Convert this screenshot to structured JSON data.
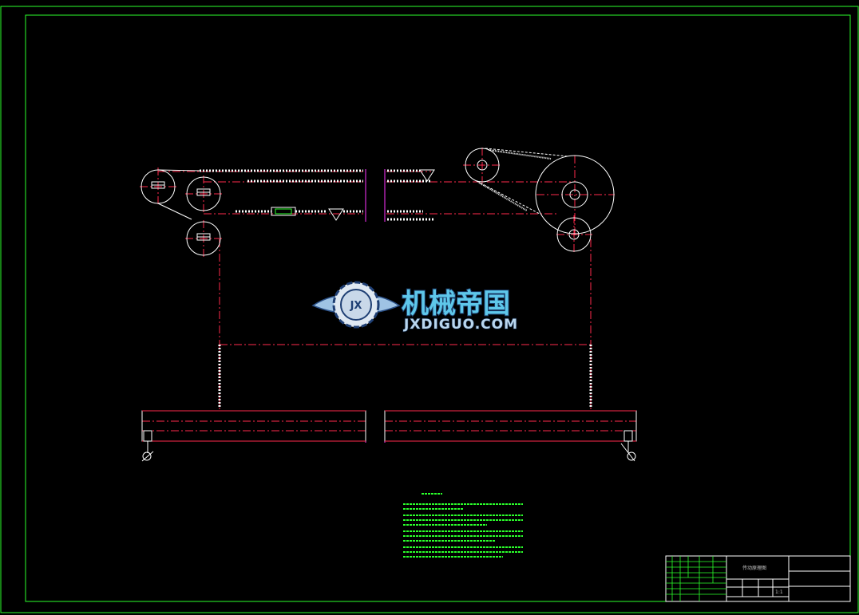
{
  "drawing": {
    "background": "#000000",
    "frame_color": "#2bff2b",
    "line_color": "#ffffff",
    "centerline_color": "#ff2a4d",
    "hidden_color": "#ff33ff",
    "note_color": "#2bff2b"
  },
  "watermark": {
    "logo_letters": "JX",
    "chinese": "机械帝国",
    "english": "JXDIGUO.COM"
  },
  "title_block": {
    "drawing_title": "传动原理图",
    "scale": "1:1"
  },
  "icons": {
    "watermark_logo": "gear-wing-icon",
    "caster": "caster-wheel-icon"
  }
}
